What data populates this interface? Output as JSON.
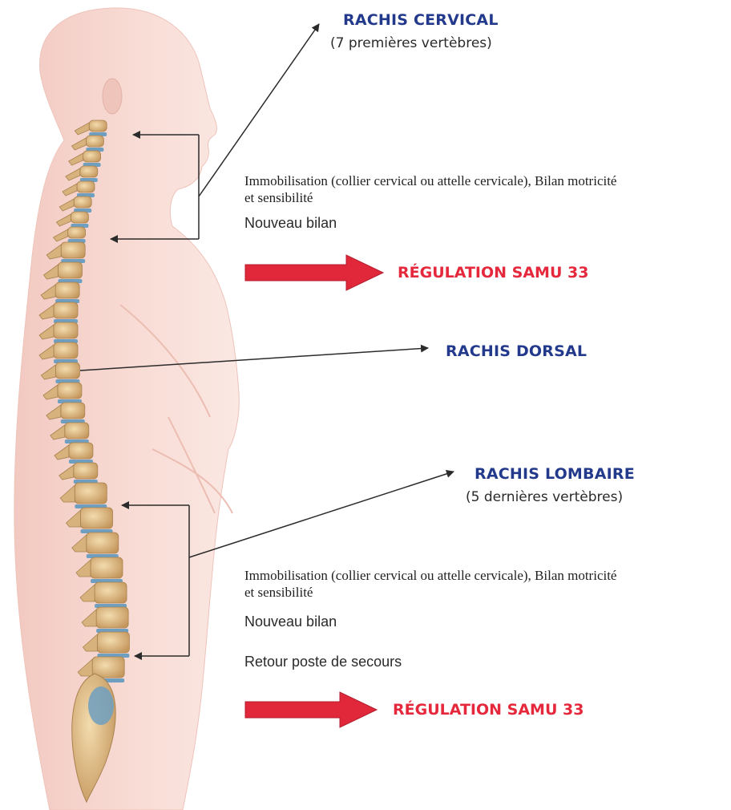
{
  "cervical": {
    "title": "RACHIS CERVICAL",
    "subtitle": "(7 premières vertèbres)",
    "note_line1": "Immobilisation (collier cervical ou attelle cervicale), Bilan motricité",
    "note_line2": "et sensibilité",
    "followup": "Nouveau bilan",
    "regulation": "RÉGULATION SAMU 33"
  },
  "dorsal": {
    "title": "RACHIS DORSAL"
  },
  "lombaire": {
    "title": "RACHIS LOMBAIRE",
    "subtitle": "(5 dernières vertèbres)",
    "note_line1": "Immobilisation (collier cervical ou attelle cervicale), Bilan motricité",
    "note_line2": "et sensibilité",
    "followup": "Nouveau bilan",
    "return": "Retour poste de secours",
    "regulation": "RÉGULATION SAMU 33"
  },
  "colors": {
    "title_blue": "#233a8c",
    "regulation_red": "#e5283c",
    "arrow_red": "#e0283a",
    "skin": "#f6d6cf",
    "bone": "#d7b27c",
    "disc": "#6e9fc0"
  }
}
